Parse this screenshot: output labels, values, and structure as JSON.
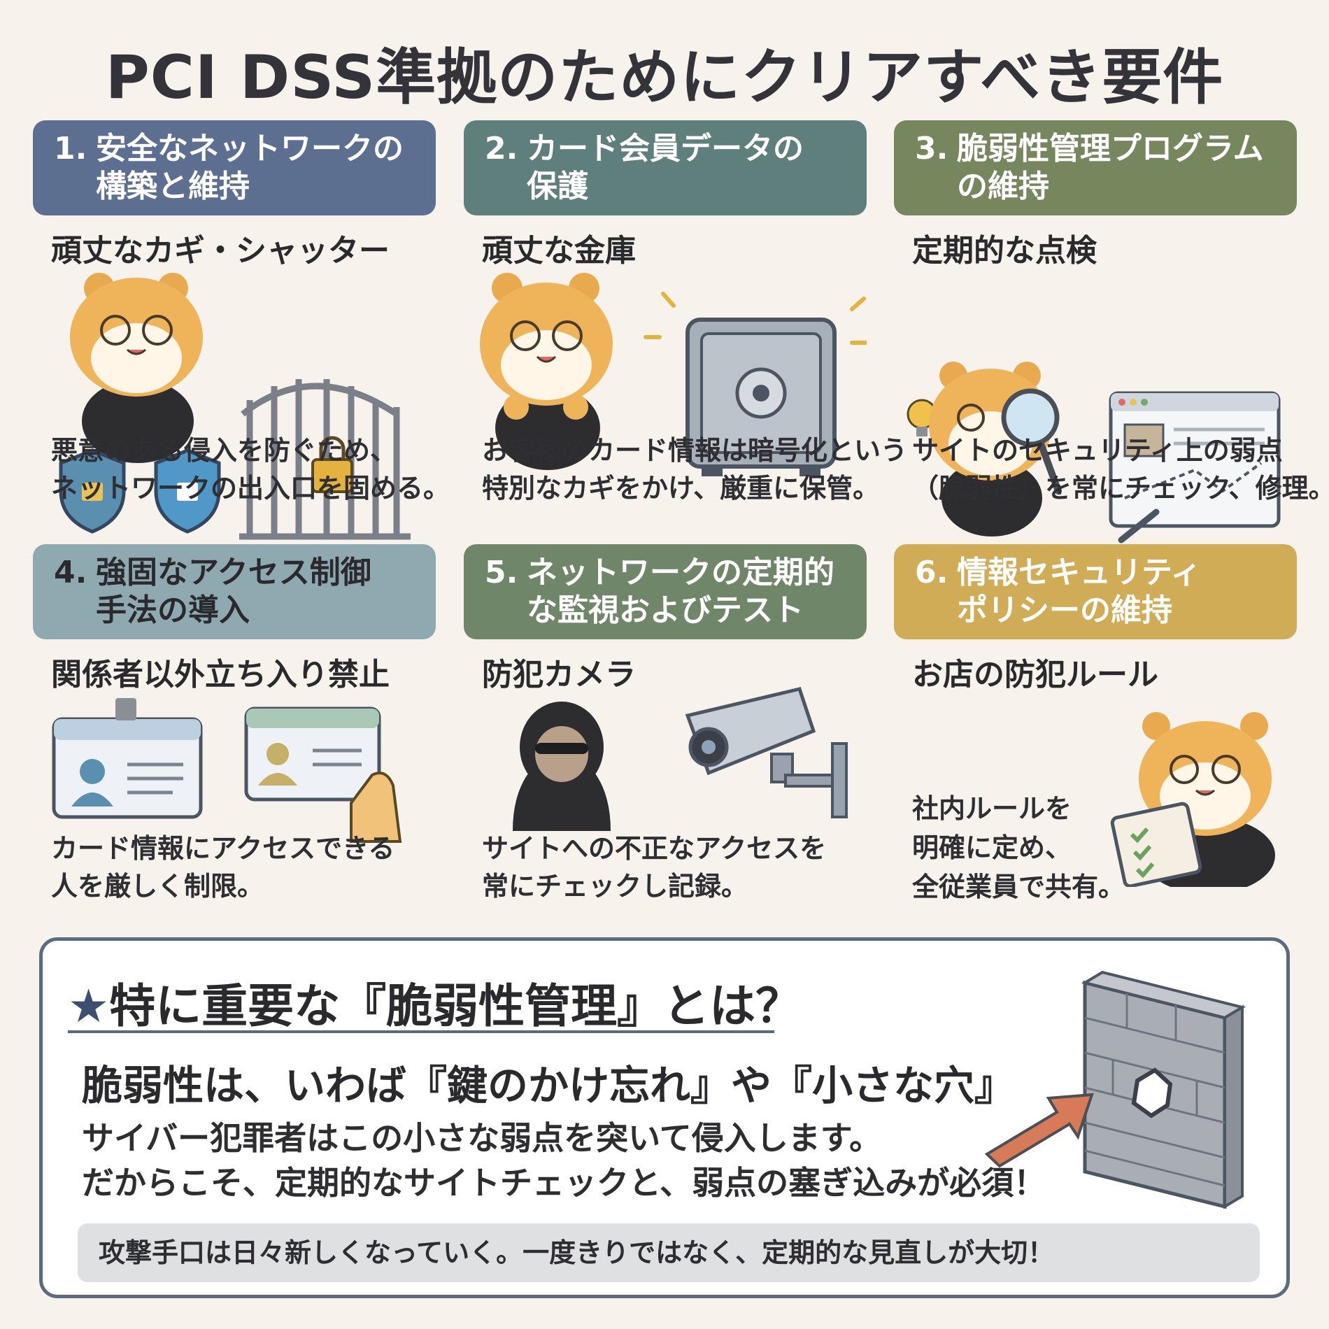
{
  "title": "PCI DSS準拠のためにクリアすべき要件",
  "colors": {
    "card1": "#5d6f91",
    "card2": "#5f7f7d",
    "card3": "#76875e",
    "card4": "#8eaab0",
    "card5": "#6f8668",
    "card6": "#d0ac57",
    "background": "#f7f3ec"
  },
  "cards": [
    {
      "num": "1.",
      "title_line1": "安全なネットワークの",
      "title_line2": "構築と維持",
      "subtitle": "頑丈なカギ・シャッター",
      "desc_line1": "悪意のある侵入を防ぐため、",
      "desc_line2": "ネットワークの出入口を固める。",
      "icons": [
        "hamster-mascot-icon",
        "shield-lock-icon",
        "locked-gate-icon"
      ]
    },
    {
      "num": "2.",
      "title_line1": "カード会員データの",
      "title_line2": "保護",
      "subtitle": "頑丈な金庫",
      "desc_line1": "お客様のカード情報は暗号化という",
      "desc_line2": "特別なカギをかけ、厳重に保管。",
      "icons": [
        "hamster-mascot-icon",
        "safe-icon"
      ]
    },
    {
      "num": "3.",
      "title_line1": "脆弱性管理プログラム",
      "title_line2": "の維持",
      "subtitle": "定期的な点検",
      "desc_line1": "サイトのセキュリティ上の弱点",
      "desc_line2": "（脆弱性）を常にチェック、修理。",
      "icons": [
        "lightbulb-icon",
        "hamster-magnifier-icon",
        "browser-window-icon"
      ]
    },
    {
      "num": "4.",
      "title_line1": "強固なアクセス制御",
      "title_line2": "手法の導入",
      "subtitle": "関係者以外立ち入り禁止",
      "desc_line1": "カード情報にアクセスできる",
      "desc_line2": "人を厳しく制限。",
      "icons": [
        "id-badge-icon",
        "id-card-hand-icon"
      ]
    },
    {
      "num": "5.",
      "title_line1": "ネットワークの定期的",
      "title_line2": "な監視およびテスト",
      "subtitle": "防犯カメラ",
      "desc_line1": "サイトへの不正なアクセスを",
      "desc_line2": "常にチェックし記録。",
      "icons": [
        "hooded-intruder-icon",
        "security-camera-icon"
      ]
    },
    {
      "num": "6.",
      "title_line1": "情報セキュリティ",
      "title_line2": "ポリシーの維持",
      "subtitle": "お店の防犯ルール",
      "desc_line1": "社内ルールを",
      "desc_line2": "明確に定め、",
      "desc_line3": "全従業員で共有。",
      "icons": [
        "hamster-clipboard-icon"
      ]
    }
  ],
  "bottom": {
    "star": "★",
    "heading": "特に重要な『脆弱性管理』とは？",
    "line1": "脆弱性は、いわば『鍵のかけ忘れ』や『小さな穴』",
    "line2": "サイバー犯罪者はこの小さな弱点を突いて侵入します。",
    "line3": "だからこそ、定期的なサイトチェックと、弱点の塞ぎ込みが必須！",
    "note": "攻撃手口は日々新しくなっていく。一度きりではなく、定期的な見直しが大切！",
    "icons": [
      "brick-wall-hole-icon",
      "arrow-icon"
    ]
  }
}
